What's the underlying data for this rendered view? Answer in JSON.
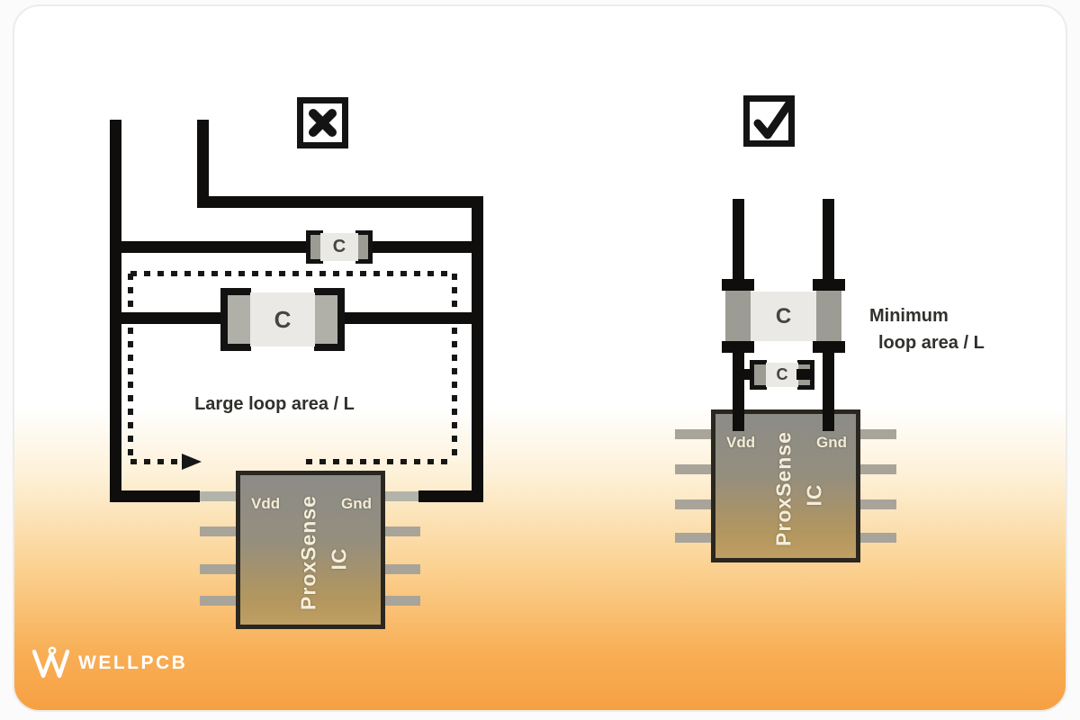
{
  "colors": {
    "trace_black": "#0f0e0c",
    "capacitor_body": "#eae9e5",
    "capacitor_terminal": "#9c9c95",
    "chip_top": "#8c8c87",
    "chip_bottom": "#bf9f62",
    "card_orange": "#f7a043",
    "text_dark": "#30302c",
    "brand_white": "#ffffff"
  },
  "icons": {
    "incorrect": "x-mark-icon",
    "correct": "check-mark-icon",
    "loop_direction": "arrow-right-icon",
    "brand_mark": "wellpcb-w-icon"
  },
  "left_diagram": {
    "caption": "Large loop area / L",
    "top_capacitor_label": "C",
    "main_capacitor_label": "C",
    "chip": {
      "pin_left_label": "Vdd",
      "pin_right_label": "Gnd",
      "name": "ProxSense",
      "name_suffix": "IC"
    }
  },
  "right_diagram": {
    "caption_line1": "Minimum",
    "caption_line2": "loop area / L",
    "main_capacitor_label": "C",
    "small_capacitor_label": "C",
    "chip": {
      "pin_left_label": "Vdd",
      "pin_right_label": "Gnd",
      "name": "ProxSense",
      "name_suffix": "IC"
    }
  },
  "brand": {
    "logo_text": "WELLPCB"
  }
}
